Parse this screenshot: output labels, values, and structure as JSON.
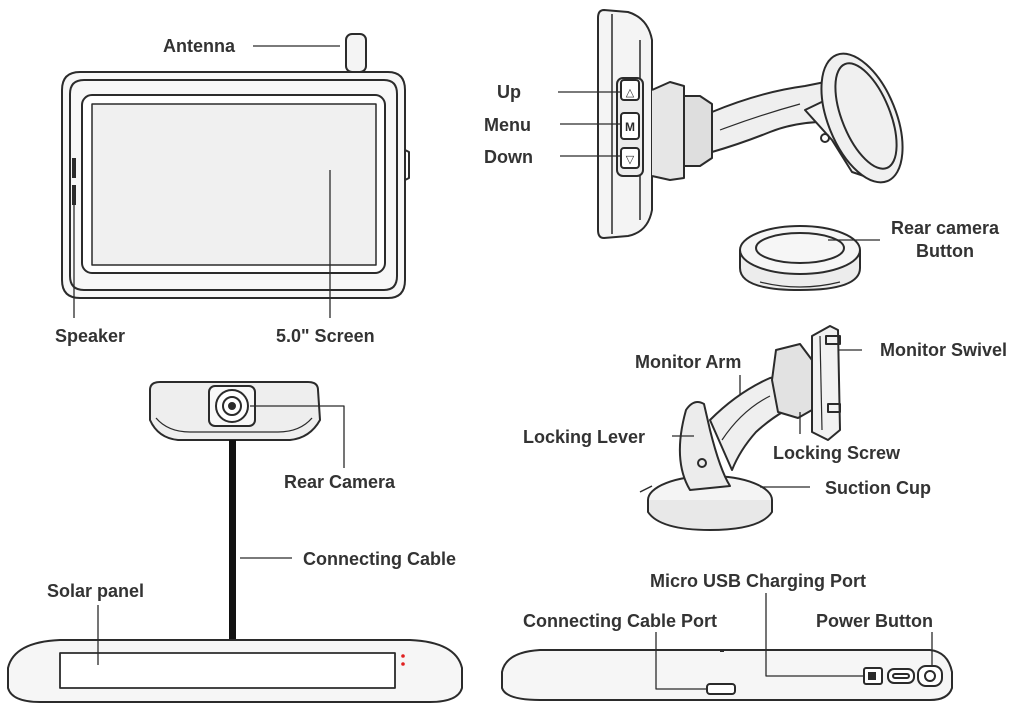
{
  "colors": {
    "outline": "#2b2b2b",
    "fill_light": "#f2f2f2",
    "fill_mid": "#dcdcdc",
    "cable": "#111111",
    "indicator_led": "#e02020",
    "label_text": "#333333"
  },
  "labels": {
    "antenna": "Antenna",
    "speaker": "Speaker",
    "screen": "5.0\" Screen",
    "up": "Up",
    "menu": "Menu",
    "down": "Down",
    "rear_camera_button_line1": "Rear camera",
    "rear_camera_button_line2": "Button",
    "rear_camera": "Rear Camera",
    "connecting_cable": "Connecting Cable",
    "solar_panel": "Solar panel",
    "monitor_arm": "Monitor Arm",
    "monitor_swivel": "Monitor Swivel",
    "locking_lever": "Locking Lever",
    "locking_screw": "Locking Screw",
    "suction_cup": "Suction Cup",
    "micro_usb_port": "Micro USB Charging Port",
    "connecting_cable_port": "Connecting Cable Port",
    "power_button": "Power Button"
  },
  "button_glyphs": {
    "up": "△",
    "menu": "M",
    "down": "▽"
  },
  "icons": [
    "antenna-icon",
    "monitor-front-illustration",
    "monitor-side-illustration",
    "rear-camera-button-illustration",
    "rear-camera-illustration",
    "solar-panel-illustration",
    "mount-illustration",
    "camera-base-illustration"
  ]
}
